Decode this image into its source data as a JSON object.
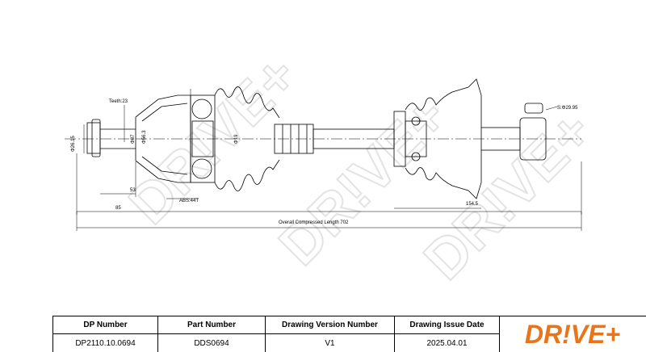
{
  "drawing": {
    "dimensions": {
      "teeth": "Teeth:23",
      "d1": "Φ26.15",
      "d2": "Φ87",
      "d3": "Φ56.3",
      "d4": "Φ19",
      "len53": "53",
      "len85": "85",
      "abs": "ABS:44T",
      "spline": "S:Φ29.95",
      "len154": "154.5",
      "overall": "Overall Compressed Length 702"
    },
    "watermark": "DR!VE+"
  },
  "title_block": {
    "headers": [
      "DP Number",
      "Part Number",
      "Drawing Version Number",
      "Drawing Issue Date"
    ],
    "values": [
      "DP2110.10.0694",
      "DDS0694",
      "V1",
      "2025.04.01"
    ]
  },
  "logo": {
    "text": "DR!VE+",
    "color": "#e8751a"
  }
}
